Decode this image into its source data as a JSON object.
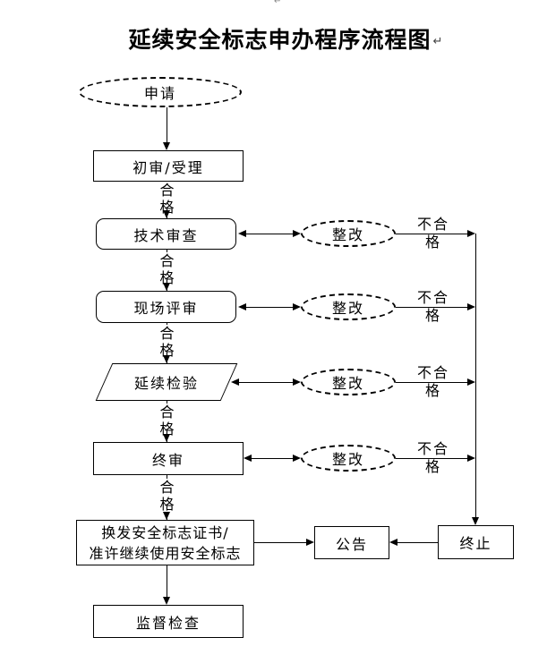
{
  "title": {
    "text": "延续安全标志申办程序流程图",
    "paragraph_mark": "↵",
    "top_mark": "↵"
  },
  "nodes": {
    "apply": "申请",
    "initial_review": "初审/受理",
    "technical_review": "技术审查",
    "onsite_review": "现场评审",
    "renewal_inspection": "延续检验",
    "final_review": "终审",
    "reissue_line1": "换发安全标志证书/",
    "reissue_line2": "准许继续使用安全标志",
    "announcement": "公告",
    "terminate": "终止",
    "supervision": "监督检查",
    "rectify": "整改"
  },
  "edge_labels": {
    "pass_char1": "合",
    "pass_char2": "格",
    "fail_line1": "不合",
    "fail_line2": "格"
  },
  "colors": {
    "ink": "#000000",
    "background": "#ffffff"
  }
}
